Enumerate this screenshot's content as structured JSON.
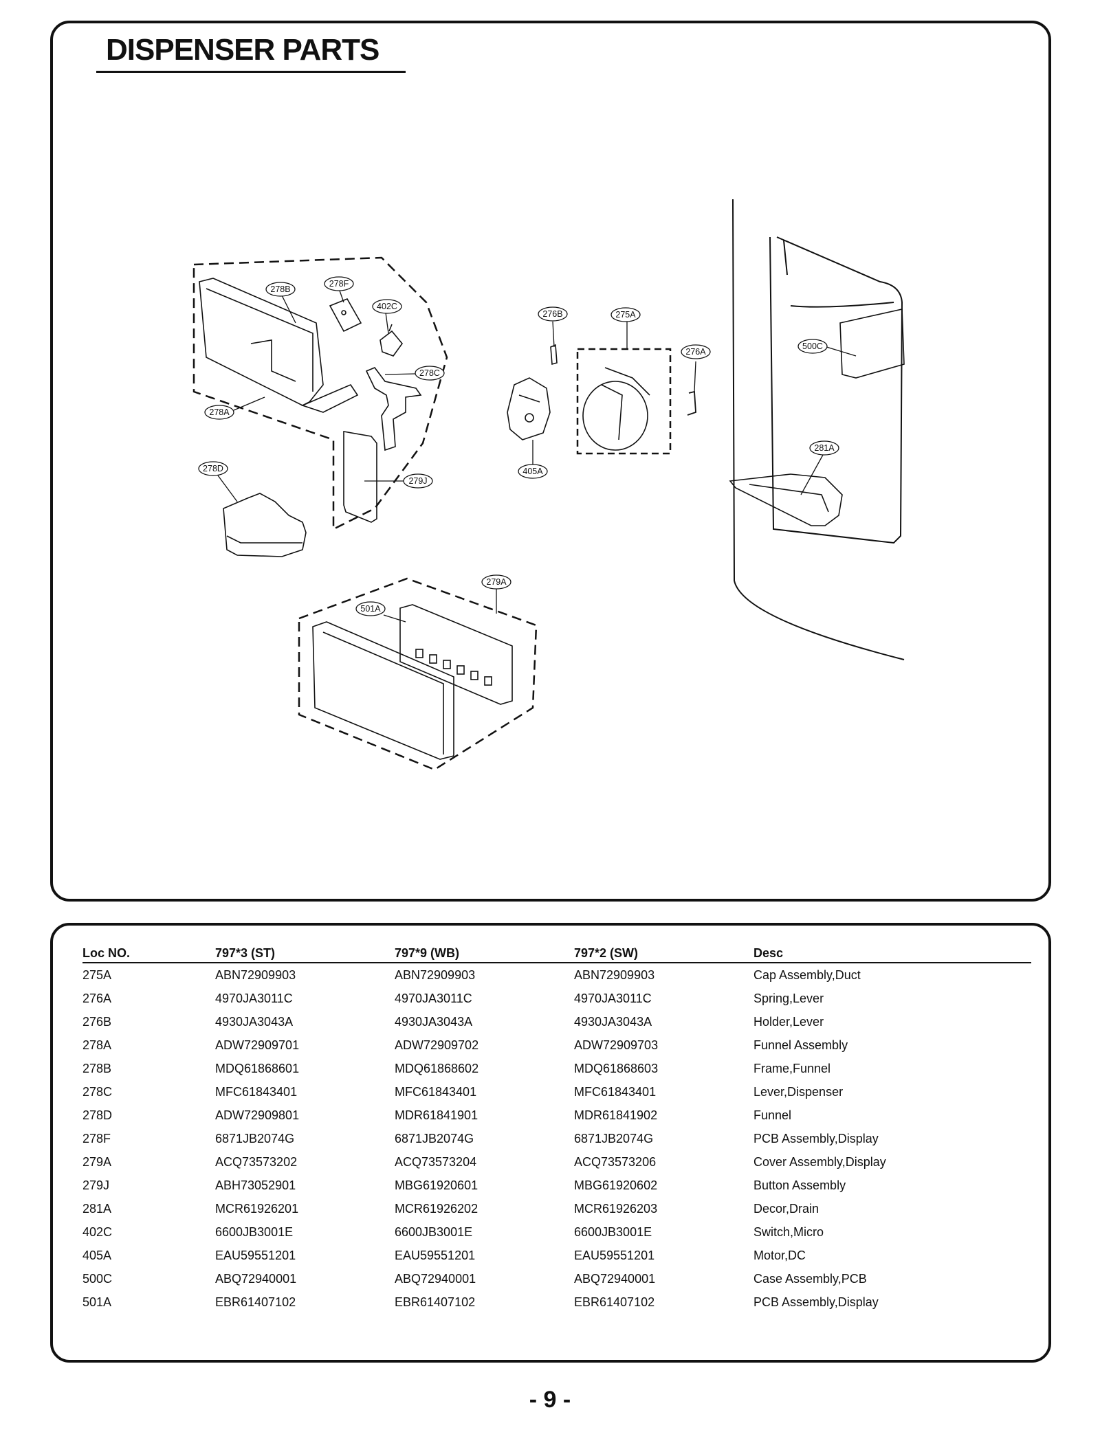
{
  "title": "DISPENSER PARTS",
  "callouts": {
    "c278B": "278B",
    "c278F": "278F",
    "c402C": "402C",
    "c278C": "278C",
    "c278A": "278A",
    "c278D": "278D",
    "c279J": "279J",
    "c276B": "276B",
    "c275A": "275A",
    "c276A": "276A",
    "c405A": "405A",
    "c500C": "500C",
    "c281A": "281A",
    "c279A": "279A",
    "c501A": "501A"
  },
  "table": {
    "headers": [
      "Loc NO.",
      "797*3 (ST)",
      "797*9 (WB)",
      "797*2 (SW)",
      "Desc"
    ],
    "rows": [
      [
        "275A",
        "ABN72909903",
        "ABN72909903",
        "ABN72909903",
        "Cap Assembly,Duct"
      ],
      [
        "276A",
        "4970JA3011C",
        "4970JA3011C",
        "4970JA3011C",
        "Spring,Lever"
      ],
      [
        "276B",
        "4930JA3043A",
        "4930JA3043A",
        "4930JA3043A",
        "Holder,Lever"
      ],
      [
        "278A",
        "ADW72909701",
        "ADW72909702",
        "ADW72909703",
        "Funnel Assembly"
      ],
      [
        "278B",
        "MDQ61868601",
        "MDQ61868602",
        "MDQ61868603",
        "Frame,Funnel"
      ],
      [
        "278C",
        "MFC61843401",
        "MFC61843401",
        "MFC61843401",
        "Lever,Dispenser"
      ],
      [
        "278D",
        "ADW72909801",
        "MDR61841901",
        "MDR61841902",
        "Funnel"
      ],
      [
        "278F",
        "6871JB2074G",
        "6871JB2074G",
        "6871JB2074G",
        "PCB Assembly,Display"
      ],
      [
        "279A",
        "ACQ73573202",
        "ACQ73573204",
        "ACQ73573206",
        "Cover Assembly,Display"
      ],
      [
        "279J",
        "ABH73052901",
        "MBG61920601",
        "MBG61920602",
        "Button Assembly"
      ],
      [
        "281A",
        "MCR61926201",
        "MCR61926202",
        "MCR61926203",
        "Decor,Drain"
      ],
      [
        "402C",
        "6600JB3001E",
        "6600JB3001E",
        "6600JB3001E",
        "Switch,Micro"
      ],
      [
        "405A",
        "EAU59551201",
        "EAU59551201",
        "EAU59551201",
        "Motor,DC"
      ],
      [
        "500C",
        "ABQ72940001",
        "ABQ72940001",
        "ABQ72940001",
        "Case Assembly,PCB"
      ],
      [
        "501A",
        "EBR61407102",
        "EBR61407102",
        "EBR61407102",
        "PCB Assembly,Display"
      ]
    ]
  },
  "page_number": "- 9 -"
}
